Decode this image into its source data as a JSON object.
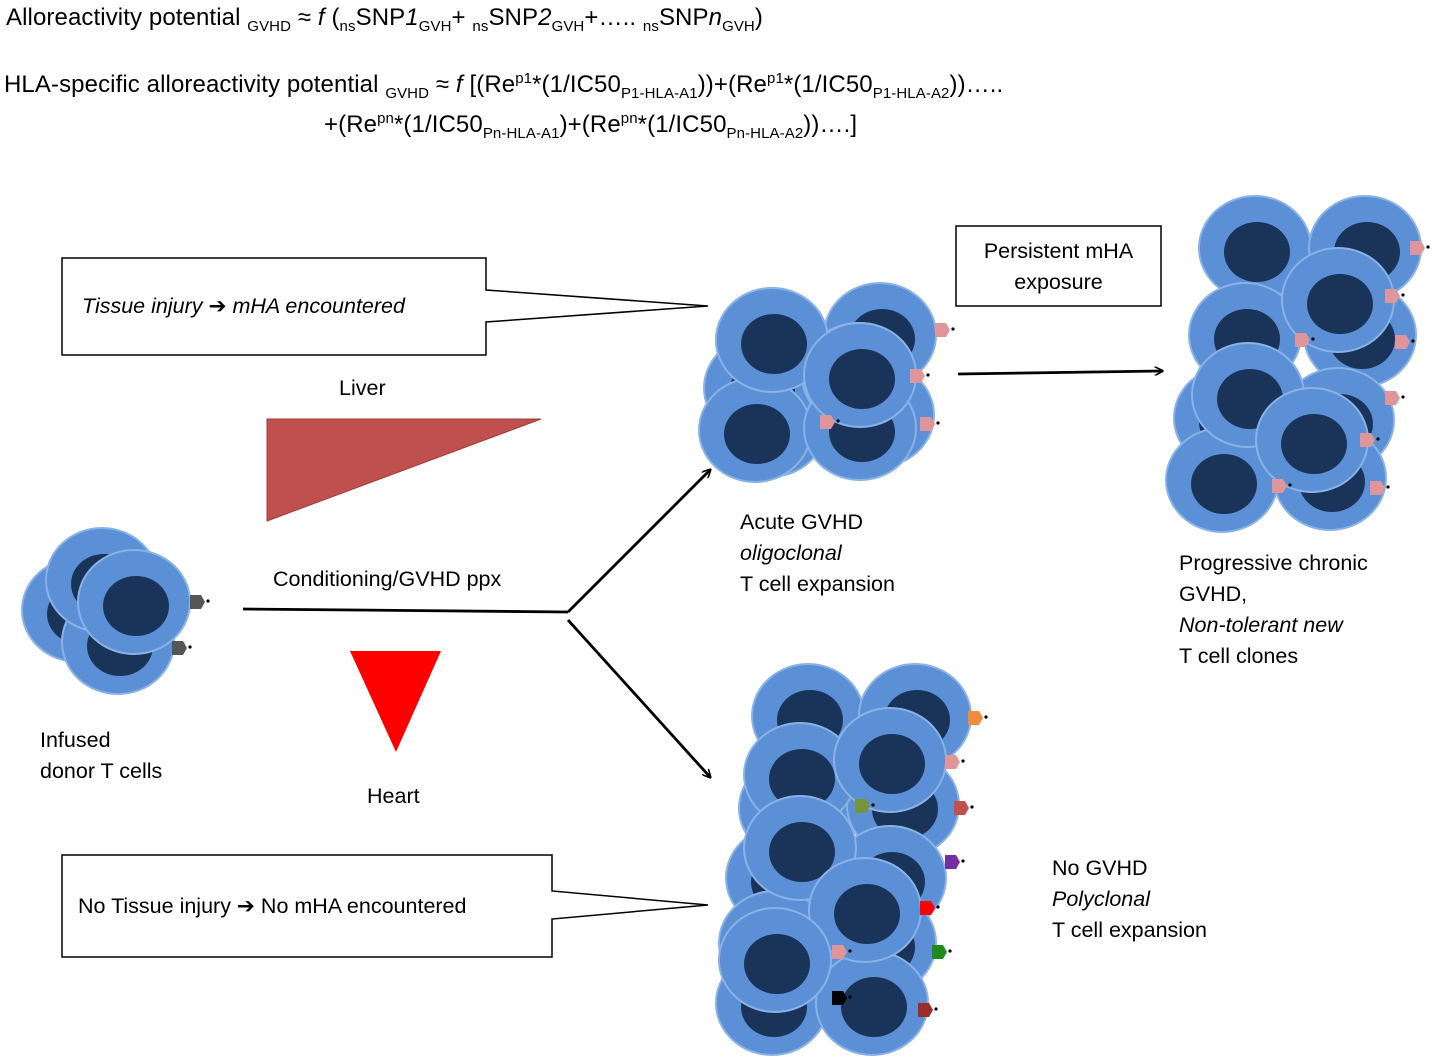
{
  "equations": {
    "line1": {
      "prefix": "Alloreactivity potential",
      "sub_gvhd": "GVHD",
      "approx": "≈",
      "f": "f",
      "open": "(",
      "ns1": "ns",
      "snp1": "SNP",
      "n1": "1",
      "gvh1": "GVH",
      "plus1": "+ ",
      "ns2": "ns",
      "snp2": "SNP",
      "n2": "2",
      "gvh2": "GVH",
      "plus2": "+….. ",
      "ns3": "ns",
      "snp3": "SNP",
      "n3": "n",
      "gvh3": "GVH",
      "close": ")"
    },
    "line2": {
      "prefix": "HLA-specific alloreactivity potential",
      "sub_gvhd": "GVHD",
      "approx": "≈",
      "f": "f",
      "t1": "[(Re",
      "s1": "p1",
      "t2": "*(1/IC50",
      "s2": "P1-HLA-A1",
      "t3": "))+(Re",
      "s3": "p1",
      "t4": "*(1/IC50",
      "s4": "P1-HLA-A2",
      "t5": "))….."
    },
    "line3": {
      "t1": "+(Re",
      "s1": "pn",
      "t2": "*(1/IC50",
      "s2": "Pn-HLA-A1",
      "t3": ")+(Re",
      "s3": "pn",
      "t4": "*(1/IC50",
      "s4": "Pn-HLA-A2",
      "t5": "))….]"
    }
  },
  "boxes": {
    "tissue_injury": {
      "prefix": "Tissue injury ",
      "arrow": "➔",
      "suffix": " mHA encountered"
    },
    "no_tissue_injury": {
      "prefix": "No Tissue injury ",
      "arrow": "➔",
      "suffix": " No mHA encountered"
    },
    "persistent": {
      "line1": "Persistent mHA",
      "line2": "exposure"
    }
  },
  "labels": {
    "liver": "Liver",
    "heart": "Heart",
    "conditioning": "Conditioning/GVHD ppx",
    "infused_1": "Infused",
    "infused_2": "donor T cells",
    "acute_1": "Acute GVHD",
    "acute_2": "oligoclonal",
    "acute_3": "T cell expansion",
    "chronic_1": "Progressive chronic",
    "chronic_2": "GVHD,",
    "chronic_3": "Non-tolerant new",
    "chronic_4": "T cell clones",
    "nogvhd_1": "No GVHD",
    "nogvhd_2": "Polyclonal",
    "nogvhd_3": "T cell expansion"
  },
  "colors": {
    "cell_outer": "#5b8fd6",
    "cell_border": "#8ab2e6",
    "cell_nucleus": "#1a3358",
    "receptor_gray": "#555555",
    "receptor_pink": "#e0959a",
    "liver_triangle": "#c0504d",
    "heart_triangle": "#ff0000"
  }
}
